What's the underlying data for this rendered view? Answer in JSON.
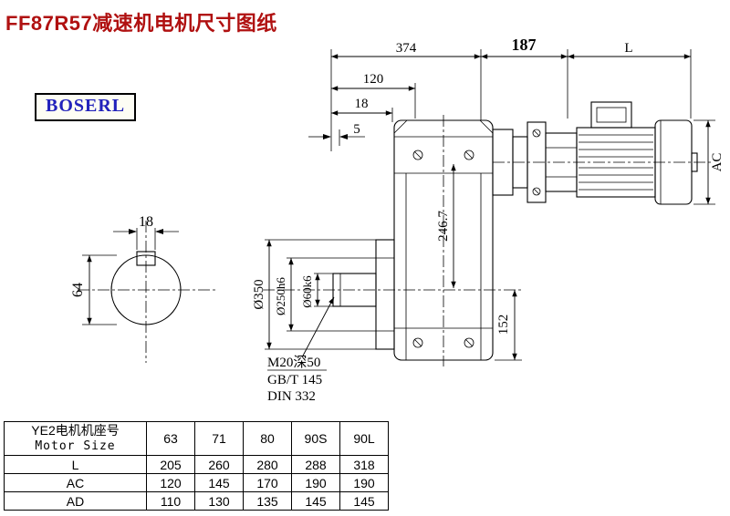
{
  "page": {
    "title": "FF87R57减速机电机尺寸图纸",
    "logo_text": "BOSERL"
  },
  "drawing": {
    "dim_374": "374",
    "dim_187": "187",
    "dim_L": "L",
    "dim_120": "120",
    "dim_18_top": "18",
    "dim_5": "5",
    "dim_AC": "AC",
    "dim_key_18": "18",
    "dim_shaft_64": "64",
    "dia_flange": "Ø350",
    "dia_spigot": "Ø250h6",
    "dia_shaft": "Ø60k6",
    "dim_246_7": "246.7",
    "dim_152": "152",
    "note_thread": "M20深50",
    "note_gb": "GB/T 145",
    "note_din": "DIN 332"
  },
  "table": {
    "header_cn": "YE2电机机座号",
    "header_en": "Motor Size",
    "sizes": [
      "63",
      "71",
      "80",
      "90S",
      "90L"
    ],
    "rows": [
      {
        "label": "L",
        "values": [
          "205",
          "260",
          "280",
          "288",
          "318"
        ]
      },
      {
        "label": "AC",
        "values": [
          "120",
          "145",
          "170",
          "190",
          "190"
        ]
      },
      {
        "label": "AD",
        "values": [
          "110",
          "130",
          "135",
          "145",
          "145"
        ]
      }
    ]
  }
}
